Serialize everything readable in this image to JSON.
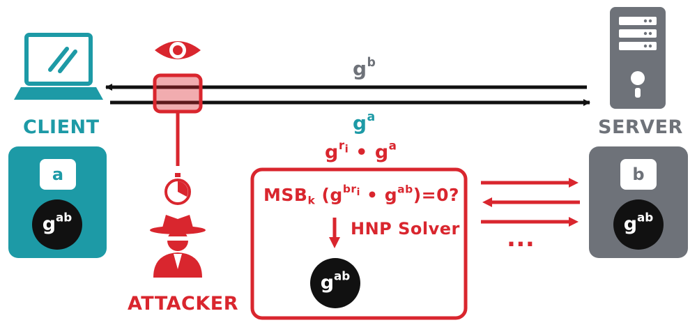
{
  "colors": {
    "client": "#1d9aa6",
    "server": "#6e7279",
    "attacker": "#d9262e",
    "dark": "#111111",
    "white": "#ffffff"
  },
  "icons": {
    "client": "laptop-icon",
    "server": "server-tower-icon",
    "eye": "eye-icon",
    "timer": "stopwatch-icon",
    "attacker": "spy-icon"
  },
  "client": {
    "label": "CLIENT",
    "secret": "a",
    "shared_base": "g",
    "shared_exp": "ab"
  },
  "server": {
    "label": "SERVER",
    "secret": "b",
    "shared_base": "g",
    "shared_exp": "ab"
  },
  "attacker": {
    "label": "ATTACKER"
  },
  "messages": {
    "server_to_client": {
      "base": "g",
      "exp": "b"
    },
    "client_to_server": {
      "base": "g",
      "exp": "a"
    },
    "injected": {
      "base1": "g",
      "exp1": "r",
      "exp1_sub": "i",
      "dot": "•",
      "base2": "g",
      "exp2": "a"
    }
  },
  "oracle": {
    "prefix": "MSB",
    "prefix_sub": "k",
    "open": " (",
    "g1": "g",
    "exp1": "br",
    "exp1_sub": "i",
    "dot": " • ",
    "g2": "g",
    "exp2": "ab",
    "close": ")=0?",
    "solver_label": "HNP Solver",
    "result_base": "g",
    "result_exp": "ab"
  },
  "ellipsis": "..."
}
